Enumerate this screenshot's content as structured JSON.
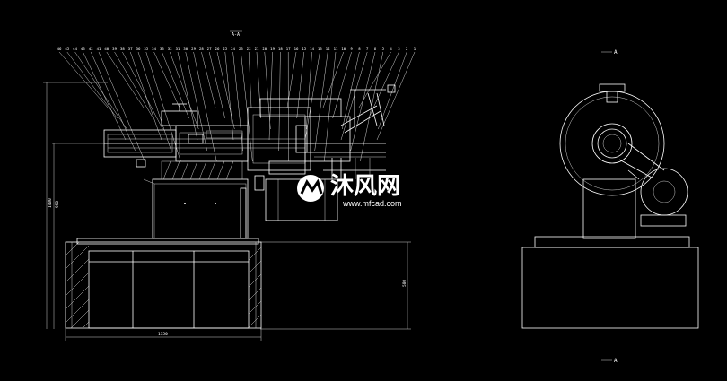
{
  "drawing": {
    "front_view": {
      "section_label": "A-A",
      "balloon_labels": [
        "46",
        "45",
        "44",
        "43",
        "42",
        "41",
        "40",
        "39",
        "38",
        "37",
        "36",
        "35",
        "34",
        "33",
        "32",
        "31",
        "30",
        "29",
        "28",
        "27",
        "26",
        "25",
        "24",
        "23",
        "22",
        "21",
        "20",
        "19",
        "18",
        "17",
        "16",
        "15",
        "14",
        "13",
        "12",
        "11",
        "10",
        "9",
        "8",
        "7",
        "6",
        "5",
        "4",
        "3",
        "2",
        "1"
      ],
      "dim_overall_height": "1400",
      "dim_frame_height": "950",
      "dim_base_height": "580",
      "dim_base_width": "1350"
    },
    "side_view": {
      "section_top_label": "A",
      "section_bottom_label": "A"
    }
  },
  "watermark": {
    "brand": "沐风网",
    "domain": "www.mfcad.com",
    "accent_color": "#ffffff"
  }
}
